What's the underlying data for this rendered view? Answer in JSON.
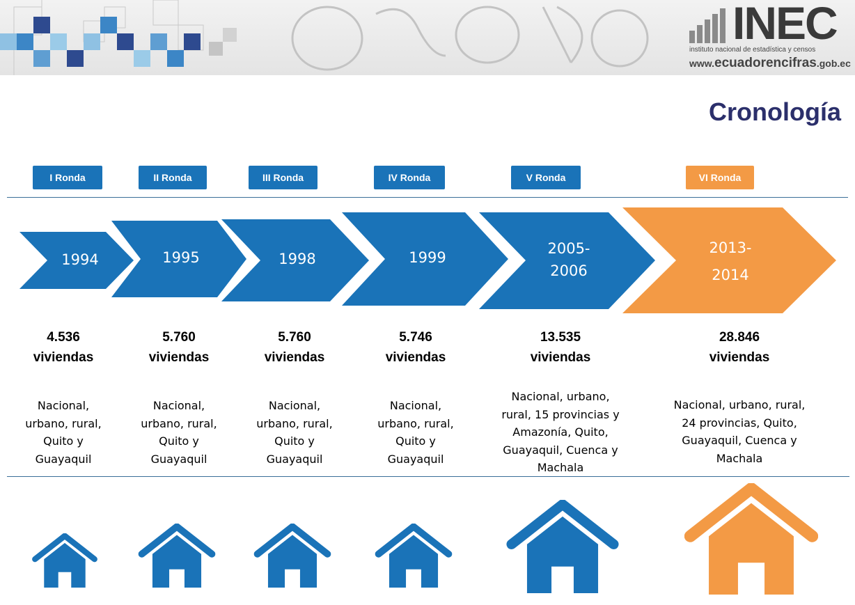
{
  "header": {
    "logo_name": "INEC",
    "logo_subtitle": "instituto nacional de estadística y censos",
    "url_prefix": "www.",
    "url_main": "ecuadorencifras",
    "url_suffix": ".gob.ec"
  },
  "title": "Cronología",
  "colors": {
    "blue": "#1a73b8",
    "orange": "#f39a45",
    "title": "#2b2f6b"
  },
  "rounds": [
    {
      "label": "I Ronda",
      "year_line1": "1994",
      "year_line2": "",
      "count": "4.536",
      "unit": "viviendas",
      "coverage": "Nacional, urbano, rural, Quito y Guayaquil",
      "icon": "house-icon"
    },
    {
      "label": "II Ronda",
      "year_line1": "1995",
      "year_line2": "",
      "count": "5.760",
      "unit": "viviendas",
      "coverage": "Nacional, urbano, rural, Quito y Guayaquil",
      "icon": "house-icon"
    },
    {
      "label": "III Ronda",
      "year_line1": "1998",
      "year_line2": "",
      "count": "5.760",
      "unit": "viviendas",
      "coverage": "Nacional, urbano, rural, Quito y Guayaquil",
      "icon": "house-icon"
    },
    {
      "label": "IV Ronda",
      "year_line1": "1999",
      "year_line2": "",
      "count": "5.746",
      "unit": "viviendas",
      "coverage": "Nacional, urbano, rural, Quito y Guayaquil",
      "icon": "house-icon"
    },
    {
      "label": "V Ronda",
      "year_line1": "2005-",
      "year_line2": "2006",
      "count": "13.535",
      "unit": "viviendas",
      "coverage": "Nacional, urbano, rural, 15 provincias y Amazonía, Quito, Guayaquil, Cuenca y Machala",
      "icon": "house-icon"
    },
    {
      "label": "VI Ronda",
      "year_line1": "2013-",
      "year_line2": "2014",
      "count": "28.846",
      "unit": "viviendas",
      "coverage": "Nacional, urbano, rural, 24 provincias, Quito, Guayaquil, Cuenca y Machala",
      "icon": "house-icon"
    }
  ]
}
